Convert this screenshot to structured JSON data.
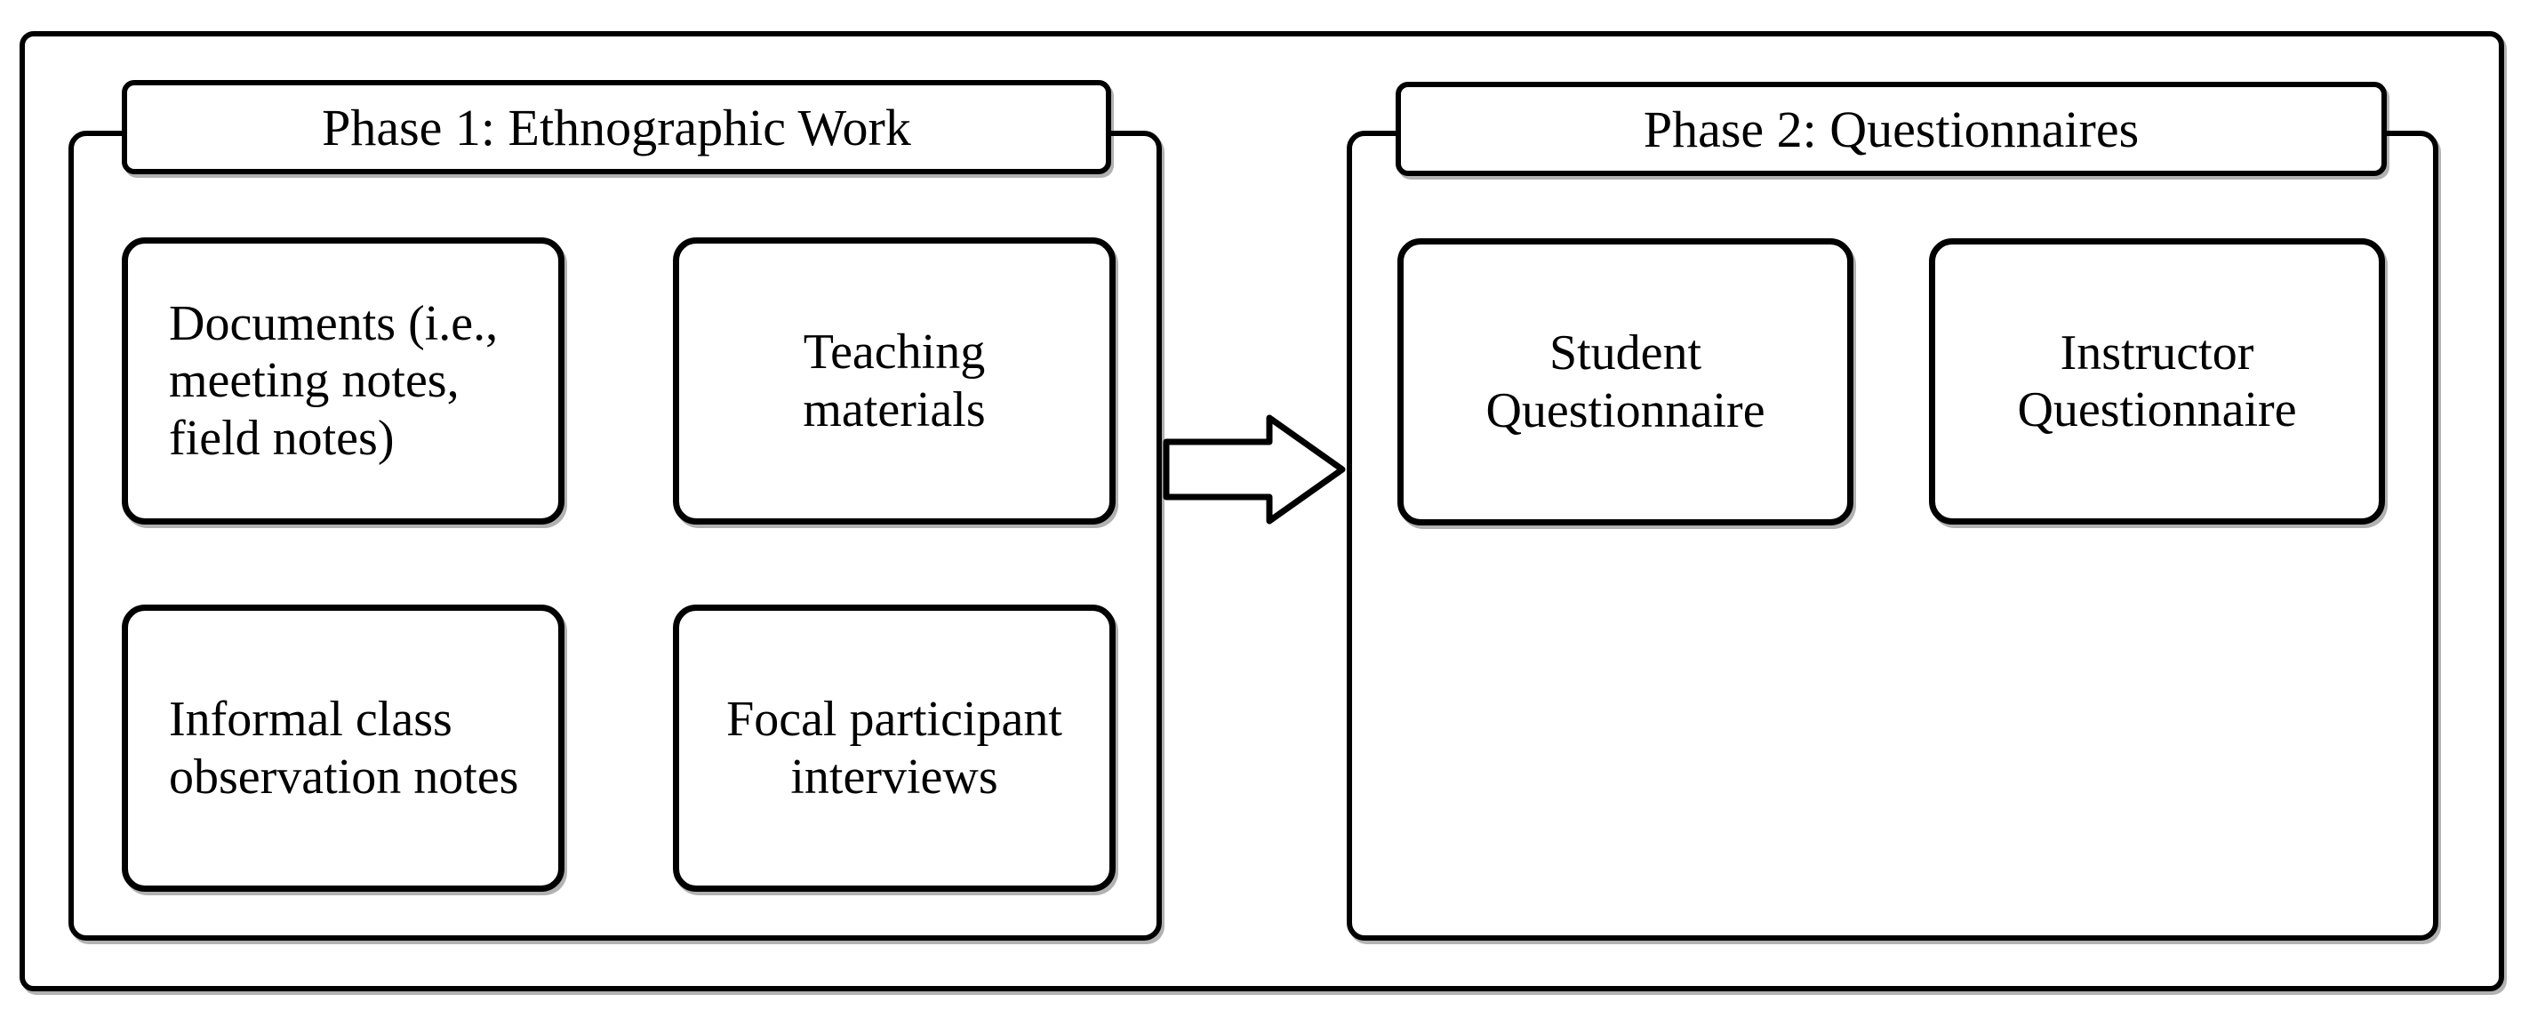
{
  "diagram": {
    "type": "two-phase research design flow diagram",
    "colors": {
      "border": "#000000",
      "fill": "#ffffff",
      "shadow": "#b0b0b0",
      "text": "#000000"
    },
    "phase1": {
      "title": "Phase 1: Ethnographic Work",
      "boxes": [
        {
          "label": "Documents (i.e.,\nmeeting notes,\nfield notes)"
        },
        {
          "label": "Teaching\nmaterials"
        },
        {
          "label": "Informal class\nobservation notes"
        },
        {
          "label": "Focal participant\ninterviews"
        }
      ]
    },
    "arrow": {
      "icon": "right-block-arrow-icon",
      "direction": "right",
      "meaning": "Phase 1 leads to Phase 2"
    },
    "phase2": {
      "title": "Phase 2: Questionnaires",
      "boxes": [
        {
          "label": "Student\nQuestionnaire"
        },
        {
          "label": "Instructor\nQuestionnaire"
        }
      ]
    }
  }
}
